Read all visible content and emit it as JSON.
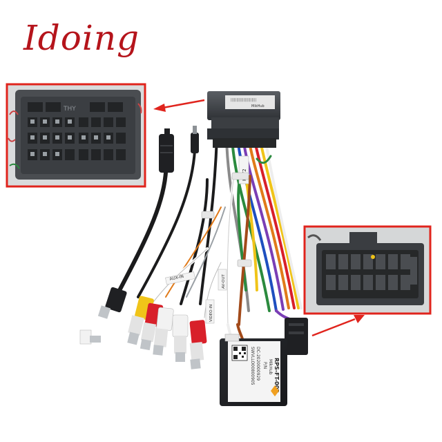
{
  "brand": {
    "text": "Idoing",
    "color": "#b5141b"
  },
  "labels": {
    "cluster_label": "THY",
    "key_tag": "KEY2",
    "box_model": "RPS-FT-002",
    "box_pn": "P/N",
    "box_maker": "MikHub",
    "box_serial_1": "SWVLLO00800905",
    "box_serial_2": "DC-2020000929",
    "plug_maker": "MikHub",
    "tag_aux": "AUX-IN",
    "tag_video": "VIDEO-IN",
    "tag_rear": "AV-OUT"
  },
  "colors": {
    "frame": "#e0241d",
    "arrow": "#e0241d",
    "connector": "#3b3f44",
    "rca_red": "#d8202a",
    "rca_yellow": "#f0c419",
    "rca_white": "#f2f2f2"
  },
  "icons": [
    "arrow-left-icon",
    "arrow-right-icon",
    "qr-code-icon",
    "logo-icon"
  ]
}
